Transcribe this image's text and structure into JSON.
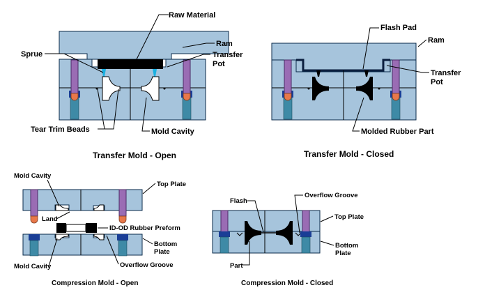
{
  "colors": {
    "plate": "#a6c4dc",
    "plate_edge": "#0a2a4a",
    "ejector_pin": "#9a6cb4",
    "pin_tip": "#e8784a",
    "bushing": "#1a3e96",
    "rubber": "#000000",
    "sprue": "#1ab0e0"
  },
  "transfer_open": {
    "caption": "Transfer Mold - Open",
    "labels": {
      "raw_material": "Raw Material",
      "ram": "Ram",
      "transfer_pot_1": "Transfer",
      "transfer_pot_2": "Pot",
      "sprue": "Sprue",
      "tear_trim_beads": "Tear Trim Beads",
      "mold_cavity": "Mold Cavity"
    }
  },
  "transfer_closed": {
    "caption": "Transfer Mold - Closed",
    "labels": {
      "flash_pad": "Flash Pad",
      "ram": "Ram",
      "transfer_pot_1": "Transfer",
      "transfer_pot_2": "Pot",
      "molded_rubber_part": "Molded Rubber Part"
    }
  },
  "compression_open": {
    "caption": "Compression Mold - Open",
    "labels": {
      "mold_cavity_top": "Mold Cavity",
      "top_plate": "Top Plate",
      "land": "Land",
      "preform": "ID-OD Rubber Preform",
      "bottom_plate_1": "Bottom",
      "bottom_plate_2": "Plate",
      "mold_cavity_bottom": "Mold Cavity",
      "overflow_groove": "Overflow Groove"
    }
  },
  "compression_closed": {
    "caption": "Compression Mold - Closed",
    "labels": {
      "flash": "Flash",
      "overflow_groove": "Overflow Groove",
      "top_plate": "Top Plate",
      "bottom_plate_1": "Bottom",
      "bottom_plate_2": "Plate",
      "part": "Part"
    }
  }
}
